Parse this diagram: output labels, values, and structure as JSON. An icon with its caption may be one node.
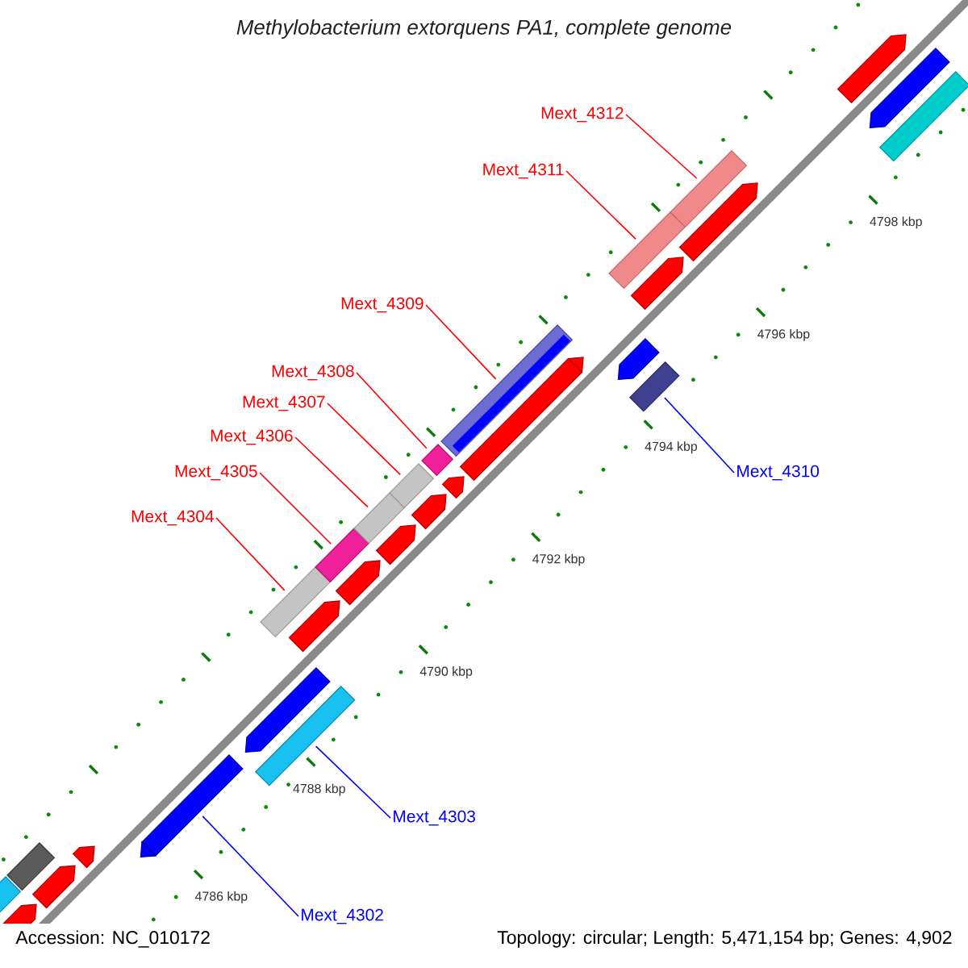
{
  "diagram": {
    "title": "Methylobacterium extorquens PA1, complete genome",
    "nodes": [
      {
        "text": [
          "Mext_4312"
        ]
      },
      {
        "text": [
          "Mext_4311"
        ]
      },
      {
        "text": [
          "Mext_4309"
        ]
      },
      {
        "text": [
          "Mext_4308"
        ]
      },
      {
        "text": [
          "Mext_4307"
        ]
      },
      {
        "text": [
          "Mext_4306"
        ]
      },
      {
        "text": [
          "Mext_4305"
        ]
      },
      {
        "text": [
          "Mext_4310"
        ]
      },
      {
        "text": [
          "Mext_4304"
        ]
      },
      {
        "text": [
          "Mext_4303"
        ]
      },
      {
        "text": [
          "Mext_4302"
        ]
      },
      {
        "text": [],
        "shape": "bar"
      },
      {
        "text": [],
        "shape": "bar"
      },
      {
        "text": [],
        "shape": "bar"
      },
      {
        "text": [],
        "shape": "bar"
      },
      {
        "text": [],
        "shape": "bar"
      },
      {
        "text": [],
        "shape": "bar"
      },
      {
        "text": [],
        "shape": "bar"
      },
      {
        "text": [],
        "shape": "bar"
      },
      {
        "text": [],
        "shape": "bar"
      },
      {
        "text": [],
        "shape": "bar"
      },
      {
        "text": [],
        "shape": "bar"
      },
      {
        "text": [],
        "shape": "bar"
      }
    ],
    "edges": [
      {
        "from": 0,
        "to": 22,
        "arrow": "none"
      },
      {
        "from": 1,
        "to": 21,
        "arrow": "none"
      },
      {
        "from": 2,
        "to": 19,
        "arrow": "none"
      },
      {
        "from": 3,
        "to": 17,
        "arrow": "none"
      },
      {
        "from": 4,
        "to": 16,
        "arrow": "none"
      },
      {
        "from": 5,
        "to": 15,
        "arrow": "none"
      },
      {
        "from": 6,
        "to": 14,
        "arrow": "none"
      },
      {
        "from": 7,
        "to": 20,
        "arrow": "none",
        "color": "#0000ff"
      },
      {
        "from": 8,
        "to": 13,
        "arrow": "none"
      },
      {
        "from": 9,
        "to": 12,
        "arrow": "none",
        "color": "#0000ff"
      },
      {
        "from": 10,
        "to": 11,
        "arrow": "none",
        "color": "#0000ff"
      }
    ],
    "labels": [
      "4798 kbp",
      "4796 kbp",
      "4794 kbp",
      "4792 kbp",
      "4790 kbp",
      "4788 kbp",
      "4786 kbp",
      "Accession: NC_010172",
      "Topology: circular; Length: 5,471,154 bp; Genes: 4,902"
    ]
  }
}
